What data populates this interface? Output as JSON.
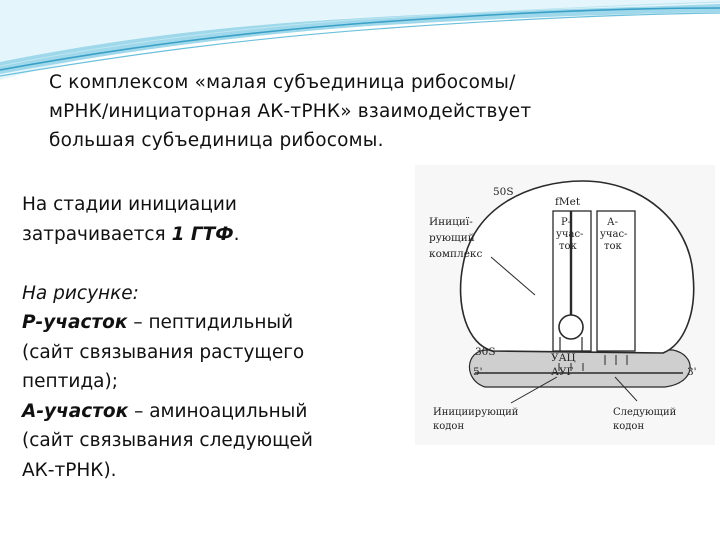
{
  "heading": {
    "line1": "С комплексом «малая субъединица рибосомы/",
    "line2": "мРНК/инициаторная АК-тРНК» взаимодействует",
    "line3": "большая субъединица рибосомы."
  },
  "left": {
    "line1": "На стадии инициации",
    "line2_a": "затрачивается ",
    "line2_b": "1 ГТФ",
    "line2_c": ".",
    "line3": "На рисунке:",
    "line4_a": "Р-участок",
    "line4_b": " – пептидильный",
    "line5": "(сайт связывания растущего",
    "line6": "пептида);",
    "line7_a": "А-участок",
    "line7_b": " – аминоацильный",
    "line8": "(сайт связывания следующей",
    "line9": "АК-тРНК)."
  },
  "figure": {
    "label_50s": "50S",
    "label_fmet": "fMet",
    "label_init_complex_1": "Инициї-",
    "label_init_complex_2": "рующий",
    "label_init_complex_3": "комплекс",
    "p_site_1": "Р-",
    "p_site_2": "учас-",
    "p_site_3": "ток",
    "a_site_1": "А-",
    "a_site_2": "учас-",
    "a_site_3": "ток",
    "label_30s": "30S",
    "anticodon": "УАЦ",
    "codon": "АУГ",
    "label_5prime": "5'",
    "label_3prime": "3'",
    "init_codon_1": "Инициирующий",
    "init_codon_2": "кодон",
    "next_codon_1": "Следующий",
    "next_codon_2": "кодон"
  },
  "colors": {
    "wave_dark": "#3aa0c8",
    "wave_light": "#bfe6f2",
    "figure_stroke": "#2a2a2a",
    "small_subunit_fill": "#cfcfcf"
  }
}
